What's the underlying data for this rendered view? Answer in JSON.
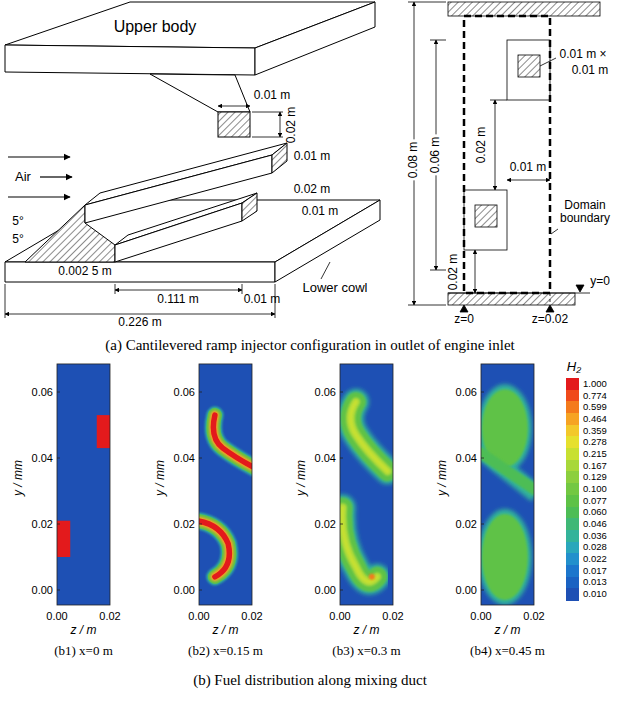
{
  "diagram": {
    "labels": [
      "Upper body",
      "0.01 m",
      "0.02 m",
      "Air",
      "0.01 m",
      "0.02 m",
      "5°",
      "5°",
      "0.01 m",
      "0.002 5 m",
      "Lower cowl",
      "0.111 m",
      "0.01 m",
      "0.226 m",
      "0.08 m",
      "0.06 m",
      "0.01 m ×",
      "0.01 m",
      "0.02 m",
      "0.01 m",
      "Domain boundary",
      "0.02 m",
      "y=0",
      "z=0",
      "z=0.02",
      "(a) Cantilevered ramp injector configuration in outlet of engine inlet",
      "0.06",
      "0.04",
      "0.02",
      "0.00",
      "y / mm",
      "0.00",
      "0.02",
      "z / m",
      "0.06",
      "0.04",
      "0.02",
      "0.00",
      "y / mm",
      "0.00",
      "0.02",
      "z / m",
      "0.06",
      "0.04",
      "0.02",
      "0.00",
      "y / mm",
      "0.00",
      "0.02",
      "z / m",
      "0.06",
      "0.04",
      "0.02",
      "0.00",
      "y / mm",
      "0.00",
      "0.02",
      "z / m",
      "H₂",
      "(b1) x=0 m",
      "(b2) x=0.15 m",
      "(b3) x=0.3 m",
      "(b4) x=0.45 m",
      "(b) Fuel distribution along mixing duct"
    ],
    "legend": [
      {
        "text": "1.000",
        "color": "#e31a1c"
      },
      {
        "text": "0.774",
        "color": "#f04a1a"
      },
      {
        "text": "0.599",
        "color": "#f47a1c"
      },
      {
        "text": "0.464",
        "color": "#f6a323"
      },
      {
        "text": "0.359",
        "color": "#f3c82a"
      },
      {
        "text": "0.278",
        "color": "#e6e02d"
      },
      {
        "text": "0.215",
        "color": "#c8e031"
      },
      {
        "text": "0.167",
        "color": "#a8d83a"
      },
      {
        "text": "0.129",
        "color": "#8ccf3e"
      },
      {
        "text": "0.100",
        "color": "#73c842"
      },
      {
        "text": "0.077",
        "color": "#5ec246"
      },
      {
        "text": "0.060",
        "color": "#4dbd55"
      },
      {
        "text": "0.046",
        "color": "#3fb876"
      },
      {
        "text": "0.036",
        "color": "#33b39a"
      },
      {
        "text": "0.028",
        "color": "#2aa7bb"
      },
      {
        "text": "0.022",
        "color": "#2290cc"
      },
      {
        "text": "0.017",
        "color": "#1c76cc"
      },
      {
        "text": "0.013",
        "color": "#1a62c2"
      },
      {
        "text": "0.010",
        "color": "#1e50b4"
      }
    ]
  }
}
